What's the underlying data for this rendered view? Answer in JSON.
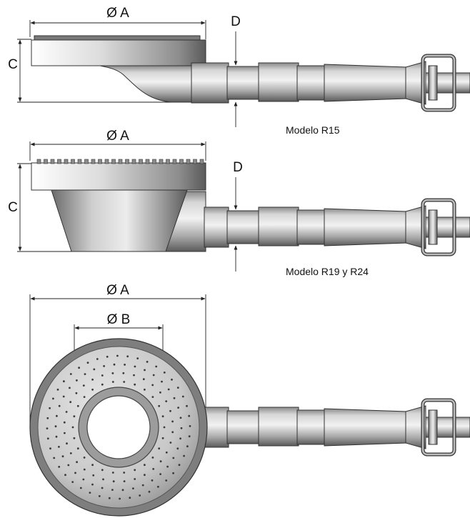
{
  "diagrams": {
    "r15": {
      "caption": "Modelo R15",
      "dim_a": "Ø A",
      "dim_c": "C",
      "dim_d": "D"
    },
    "r19": {
      "caption": "Modelo R19 y R24",
      "dim_a": "Ø A",
      "dim_c": "C",
      "dim_d": "D"
    },
    "top": {
      "dim_a": "Ø A",
      "dim_b": "Ø B"
    }
  },
  "colors": {
    "metal_light": "#e8e8e8",
    "metal_mid": "#b4b4b4",
    "metal_dark": "#5e5e5e",
    "line": "#222222"
  }
}
